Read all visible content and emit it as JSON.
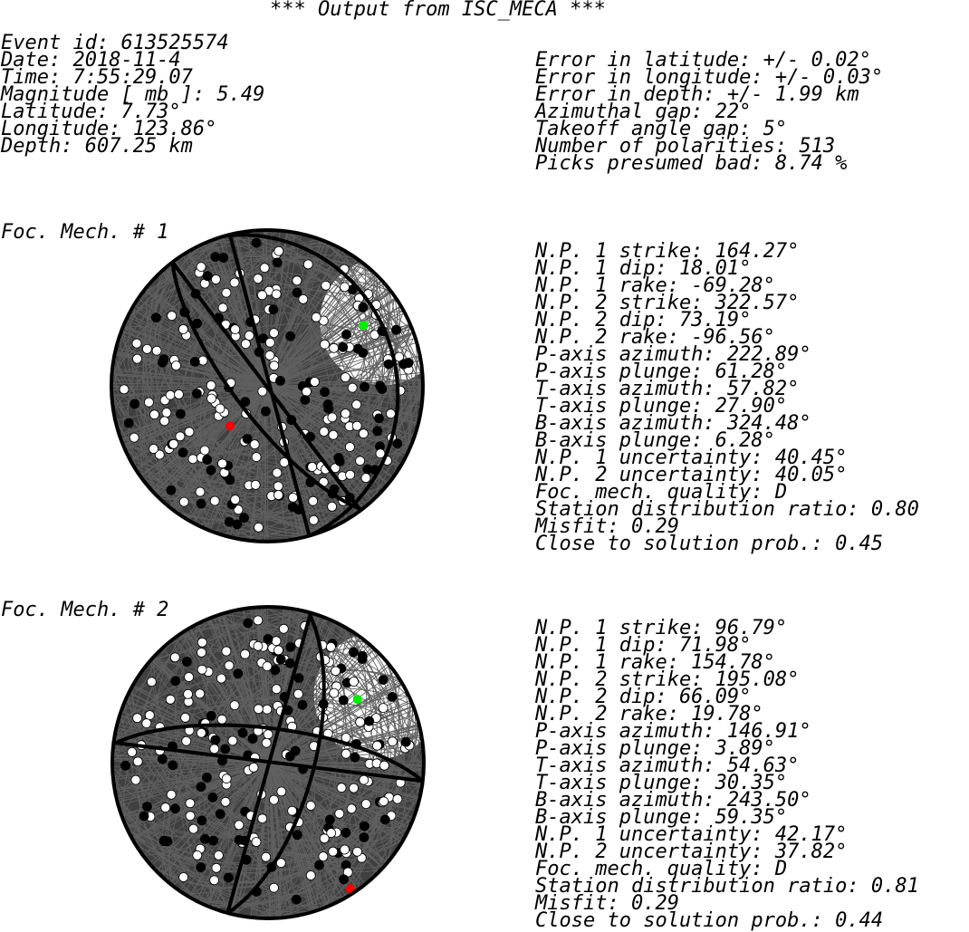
{
  "title": "*** Output from ISC_MECA ***",
  "event": {
    "lines": [
      "Event id: 613525574",
      "Date: 2018-11-4",
      "Time: 7:55:29.07",
      "Magnitude [ mb ]: 5.49",
      "Latitude: 7.73°",
      "Longitude: 123.86°",
      "Depth: 607.25 km"
    ]
  },
  "quality": {
    "lines": [
      "Error in latitude: +/- 0.02°",
      "Error in longitude: +/- 0.03°",
      "Error in depth: +/- 1.99 km",
      "Azimuthal gap: 22°",
      "Takeoff angle gap: 5°",
      "Number of polarities: 513",
      "Picks presumed bad: 8.74 %"
    ]
  },
  "mechanisms": [
    {
      "label": "Foc. Mech. # 1",
      "lines": [
        "N.P. 1 strike: 164.27°",
        "N.P. 1 dip: 18.01°",
        "N.P. 1 rake: -69.28°",
        "N.P. 2 strike: 322.57°",
        "N.P. 2 dip: 73.19°",
        "N.P. 2 rake: -96.56°",
        "P-axis azimuth: 222.89°",
        "P-axis plunge: 61.28°",
        "T-axis azimuth: 57.82°",
        "T-axis plunge: 27.90°",
        "B-axis azimuth: 324.48°",
        "B-axis plunge: 6.28°",
        "N.P. 1 uncertainty: 40.45°",
        "N.P. 2 uncertainty: 40.05°",
        "Foc. mech. quality: D",
        "Station distribution ratio: 0.80",
        "Misfit: 0.29",
        "Close to solution prob.: 0.45"
      ],
      "planes": [
        {
          "strike": 164.27,
          "dip": 18.01
        },
        {
          "strike": 322.57,
          "dip": 73.19
        }
      ],
      "p_axis": {
        "azimuth": 222.89,
        "plunge": 61.28
      },
      "t_axis": {
        "azimuth": 57.82,
        "plunge": 27.9
      },
      "colors": {
        "sphere": "#404040",
        "nodal": "#606060",
        "p_marker": "#ff0000",
        "t_marker": "#00ee00",
        "open_region": "#ffffff"
      }
    },
    {
      "label": "Foc. Mech. # 2",
      "lines": [
        "N.P. 1 strike: 96.79°",
        "N.P. 1 dip: 71.98°",
        "N.P. 1 rake: 154.78°",
        "N.P. 2 strike: 195.08°",
        "N.P. 2 dip: 66.09°",
        "N.P. 2 rake: 19.78°",
        "P-axis azimuth: 146.91°",
        "P-axis plunge: 3.89°",
        "T-axis azimuth: 54.63°",
        "T-axis plunge: 30.35°",
        "B-axis azimuth: 243.50°",
        "B-axis plunge: 59.35°",
        "N.P. 1 uncertainty: 42.17°",
        "N.P. 2 uncertainty: 37.82°",
        "Foc. mech. quality: D",
        "Station distribution ratio: 0.81",
        "Misfit: 0.29",
        "Close to solution prob.: 0.44"
      ],
      "planes": [
        {
          "strike": 96.79,
          "dip": 71.98
        },
        {
          "strike": 195.08,
          "dip": 66.09
        }
      ],
      "p_axis": {
        "azimuth": 146.91,
        "plunge": 3.89
      },
      "t_axis": {
        "azimuth": 54.63,
        "plunge": 30.35
      },
      "colors": {
        "sphere": "#404040",
        "nodal": "#606060",
        "p_marker": "#ff0000",
        "t_marker": "#00ee00",
        "open_region": "#ffffff"
      }
    }
  ]
}
